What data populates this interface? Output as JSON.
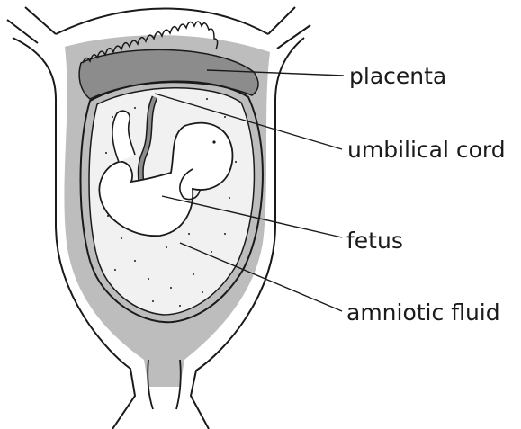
{
  "labels": {
    "placenta": "placenta",
    "umbilical_cord": "umbilical cord",
    "fetus": "fetus",
    "amniotic_fluid": "amniotic fluid"
  },
  "colors": {
    "ink": "#1a1a1a",
    "uterine_lining": "#bdbdbd",
    "placenta": "#8c8c8c",
    "fluid": "#f1f1f1",
    "background": "#ffffff"
  }
}
